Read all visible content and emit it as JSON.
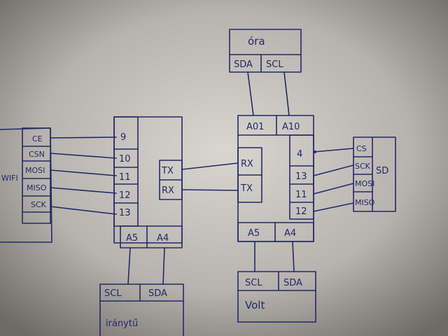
{
  "colors": {
    "paper": "#8f8c88",
    "ink": "#232a68"
  },
  "wifi": {
    "name": "WIFI",
    "pins": [
      "CE",
      "CSN",
      "MOSI",
      "MISO",
      "SCK"
    ]
  },
  "left_board": {
    "pins": [
      "9",
      "10",
      "11",
      "12",
      "13"
    ],
    "serial": [
      "TX",
      "RX"
    ],
    "bottom": [
      "A5",
      "A4"
    ]
  },
  "right_board": {
    "top": [
      "A01",
      "A10"
    ],
    "serial": [
      "RX",
      "TX"
    ],
    "pins": [
      "4",
      "13",
      "11",
      "12"
    ],
    "bottom": [
      "A5",
      "A4"
    ]
  },
  "ora": {
    "name": "óra",
    "pins": [
      "SDA",
      "SCL"
    ]
  },
  "sd": {
    "name": "SD",
    "pins": [
      "CS",
      "SCK",
      "MOSI",
      "MISO"
    ]
  },
  "iranytu": {
    "name": "iránytű",
    "pins": [
      "SCL",
      "SDA"
    ]
  },
  "volt": {
    "name": "Volt",
    "pins": [
      "SCL",
      "SDA"
    ]
  }
}
